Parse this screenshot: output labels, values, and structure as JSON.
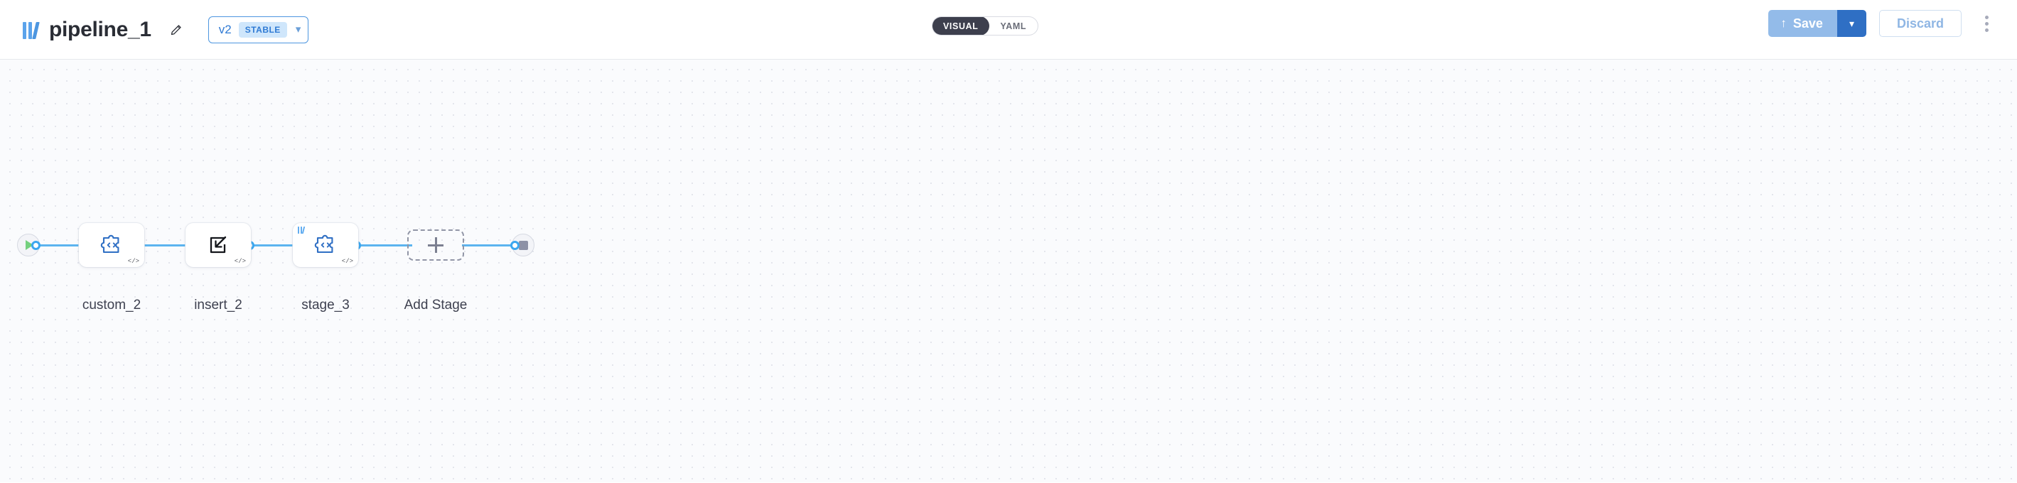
{
  "header": {
    "logo_icon": "pipeline-bars-logo",
    "title": "pipeline_1",
    "edit_icon": "pencil-icon",
    "version": {
      "label": "v2",
      "badge": "STABLE",
      "caret_icon": "chevron-down-icon"
    },
    "view_toggle": {
      "options": [
        "VISUAL",
        "YAML"
      ],
      "active": "VISUAL"
    },
    "actions": {
      "save_label": "Save",
      "save_icon": "upload-arrow-icon",
      "save_caret_icon": "chevron-down-icon",
      "discard_label": "Discard",
      "more_icon": "kebab-menu-icon"
    }
  },
  "canvas": {
    "start_node": {
      "name": "start",
      "icon": "play-icon"
    },
    "end_node": {
      "name": "end",
      "icon": "stop-icon"
    },
    "stages": [
      {
        "label": "custom_2",
        "icon": "puzzle-code-icon",
        "badge": "</>",
        "has_logo": false
      },
      {
        "label": "insert_2",
        "icon": "insert-arrow-icon",
        "badge": "</>",
        "has_logo": false
      },
      {
        "label": "stage_3",
        "icon": "puzzle-code-icon",
        "badge": "</>",
        "has_logo": true
      }
    ],
    "add_stage": {
      "label": "Add Stage",
      "icon": "plus-icon"
    }
  },
  "colors": {
    "edge": "#5cb4ef",
    "port": "#3ba7ef",
    "accent_blue": "#2f7ad4",
    "node_icon_blue": "#2f6fc4",
    "start_green": "#74d07e",
    "toggle_active_bg": "#3d3f4d"
  }
}
